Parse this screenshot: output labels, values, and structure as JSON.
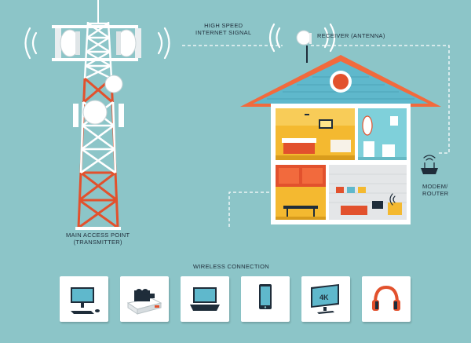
{
  "labels": {
    "signal": [
      "HIGH SPEED",
      "INTERNET SIGNAL"
    ],
    "receiver": "RECEIVER (ANTENNA)",
    "modem": [
      "MODEM/",
      "ROUTER"
    ],
    "access_point": [
      "MAIN ACCESS POINT",
      "(TRANSMITTER)"
    ],
    "wireless": "WIRELESS CONNECTION"
  },
  "devices": [
    {
      "icon": "desktop-computer-icon"
    },
    {
      "icon": "projector-camera-icon"
    },
    {
      "icon": "laptop-icon"
    },
    {
      "icon": "smartphone-icon"
    },
    {
      "icon": "tv-4k-icon",
      "badge": "4K"
    },
    {
      "icon": "headphones-icon"
    }
  ],
  "colors": {
    "background": "#8cc5c8",
    "tower_red": "#e2512d",
    "roof": "#f26a3d",
    "siding": "#5fb8cc",
    "line": "#ffffff",
    "text": "#1f2d3a"
  }
}
